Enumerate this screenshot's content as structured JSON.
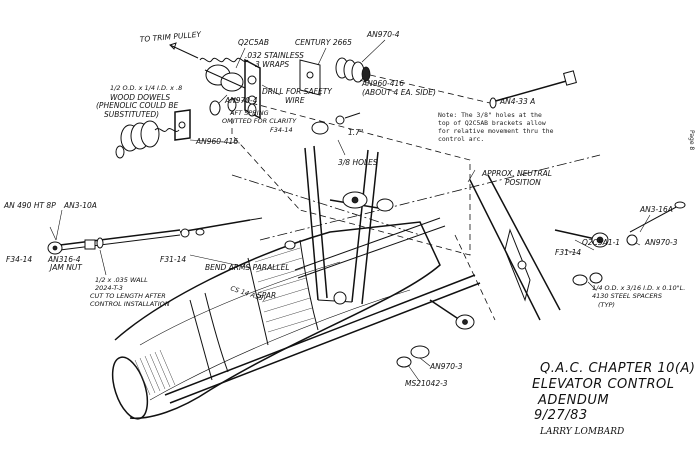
{
  "labels": {
    "to_trim_pulley": "TO TRIM PULLEY",
    "q2c5ab": "Q2C5AB",
    "century_2665": "CENTURY 2665",
    "an970_4_top": "AN970-4",
    "stainless": ".032 STAINLESS",
    "wraps": "3 WRAPS",
    "od_id": "1/2 O.D. x 1/4 I.D. x .8",
    "wood_dowels": "WOOD DOWELS",
    "phenolic": "(PHENOLIC COULD BE",
    "substituted": "SUBSTITUTED)",
    "drill": "DRILL FOR SAFETY",
    "wire": "WIRE",
    "an960_416_about": "AN960-416",
    "about_ea_side": "(ABOUT 4 EA. SIDE)",
    "an970_4_mid": "AN970-4",
    "aft_spring": "AFT SPRING",
    "omitted": "OMITTED FOR CLARITY",
    "f34_14_top": "F34-14",
    "an960_416": "AN960-416",
    "dim_17": "1.7\"",
    "holes": "3/8 HOLES",
    "an4_33a": "AN4-33 A",
    "approx_neutral": "APPROX. NEUTRAL",
    "position": "POSITION",
    "an3_16a": "AN3-16A",
    "q2c5a1_1": "Q2C5A1-1",
    "f31_14_right": "F31-14",
    "an970_3_right": "AN970-3",
    "spacers_1": "1/4 O.D. x 3/16 I.D. x 0.10\"L.",
    "spacers_2": "4130 STEEL SPACERS",
    "spacers_3": "(TYP)",
    "an490_ht8p": "AN 490 HT 8P",
    "an3_10a": "AN3-10A",
    "f34_14_left": "F34-14",
    "an316_4": "AN316-4",
    "jam_nut": "JAM NUT",
    "f31_14_left": "F31-14",
    "tube": "1/2 x .035 WALL",
    "alloy": "2024-T-3",
    "cut_to_length": "CUT TO LENGTH AFTER",
    "control_install": "CONTROL INSTALLATION",
    "bend_arms": "BEND ARMS PARALLEL",
    "spar": "SPAR",
    "cs14_assy": "CS 14 ASSY",
    "an970_3_bottom": "AN970-3",
    "ms21042_3": "MS21042-3"
  },
  "note": {
    "line1": "Note:  The 3/8\" holes at the",
    "line2": "top of Q2C5AB brackets allow",
    "line3": "for relative movement thru the",
    "line4": "control arc."
  },
  "title_block": {
    "line1": "Q.A.C. CHAPTER 10(A)",
    "line2": "ELEVATOR CONTROL",
    "line3": "ADENDUM",
    "line4": "9/27/83",
    "signature": "LARRY LOMBARD"
  },
  "page_label": "Page 8"
}
